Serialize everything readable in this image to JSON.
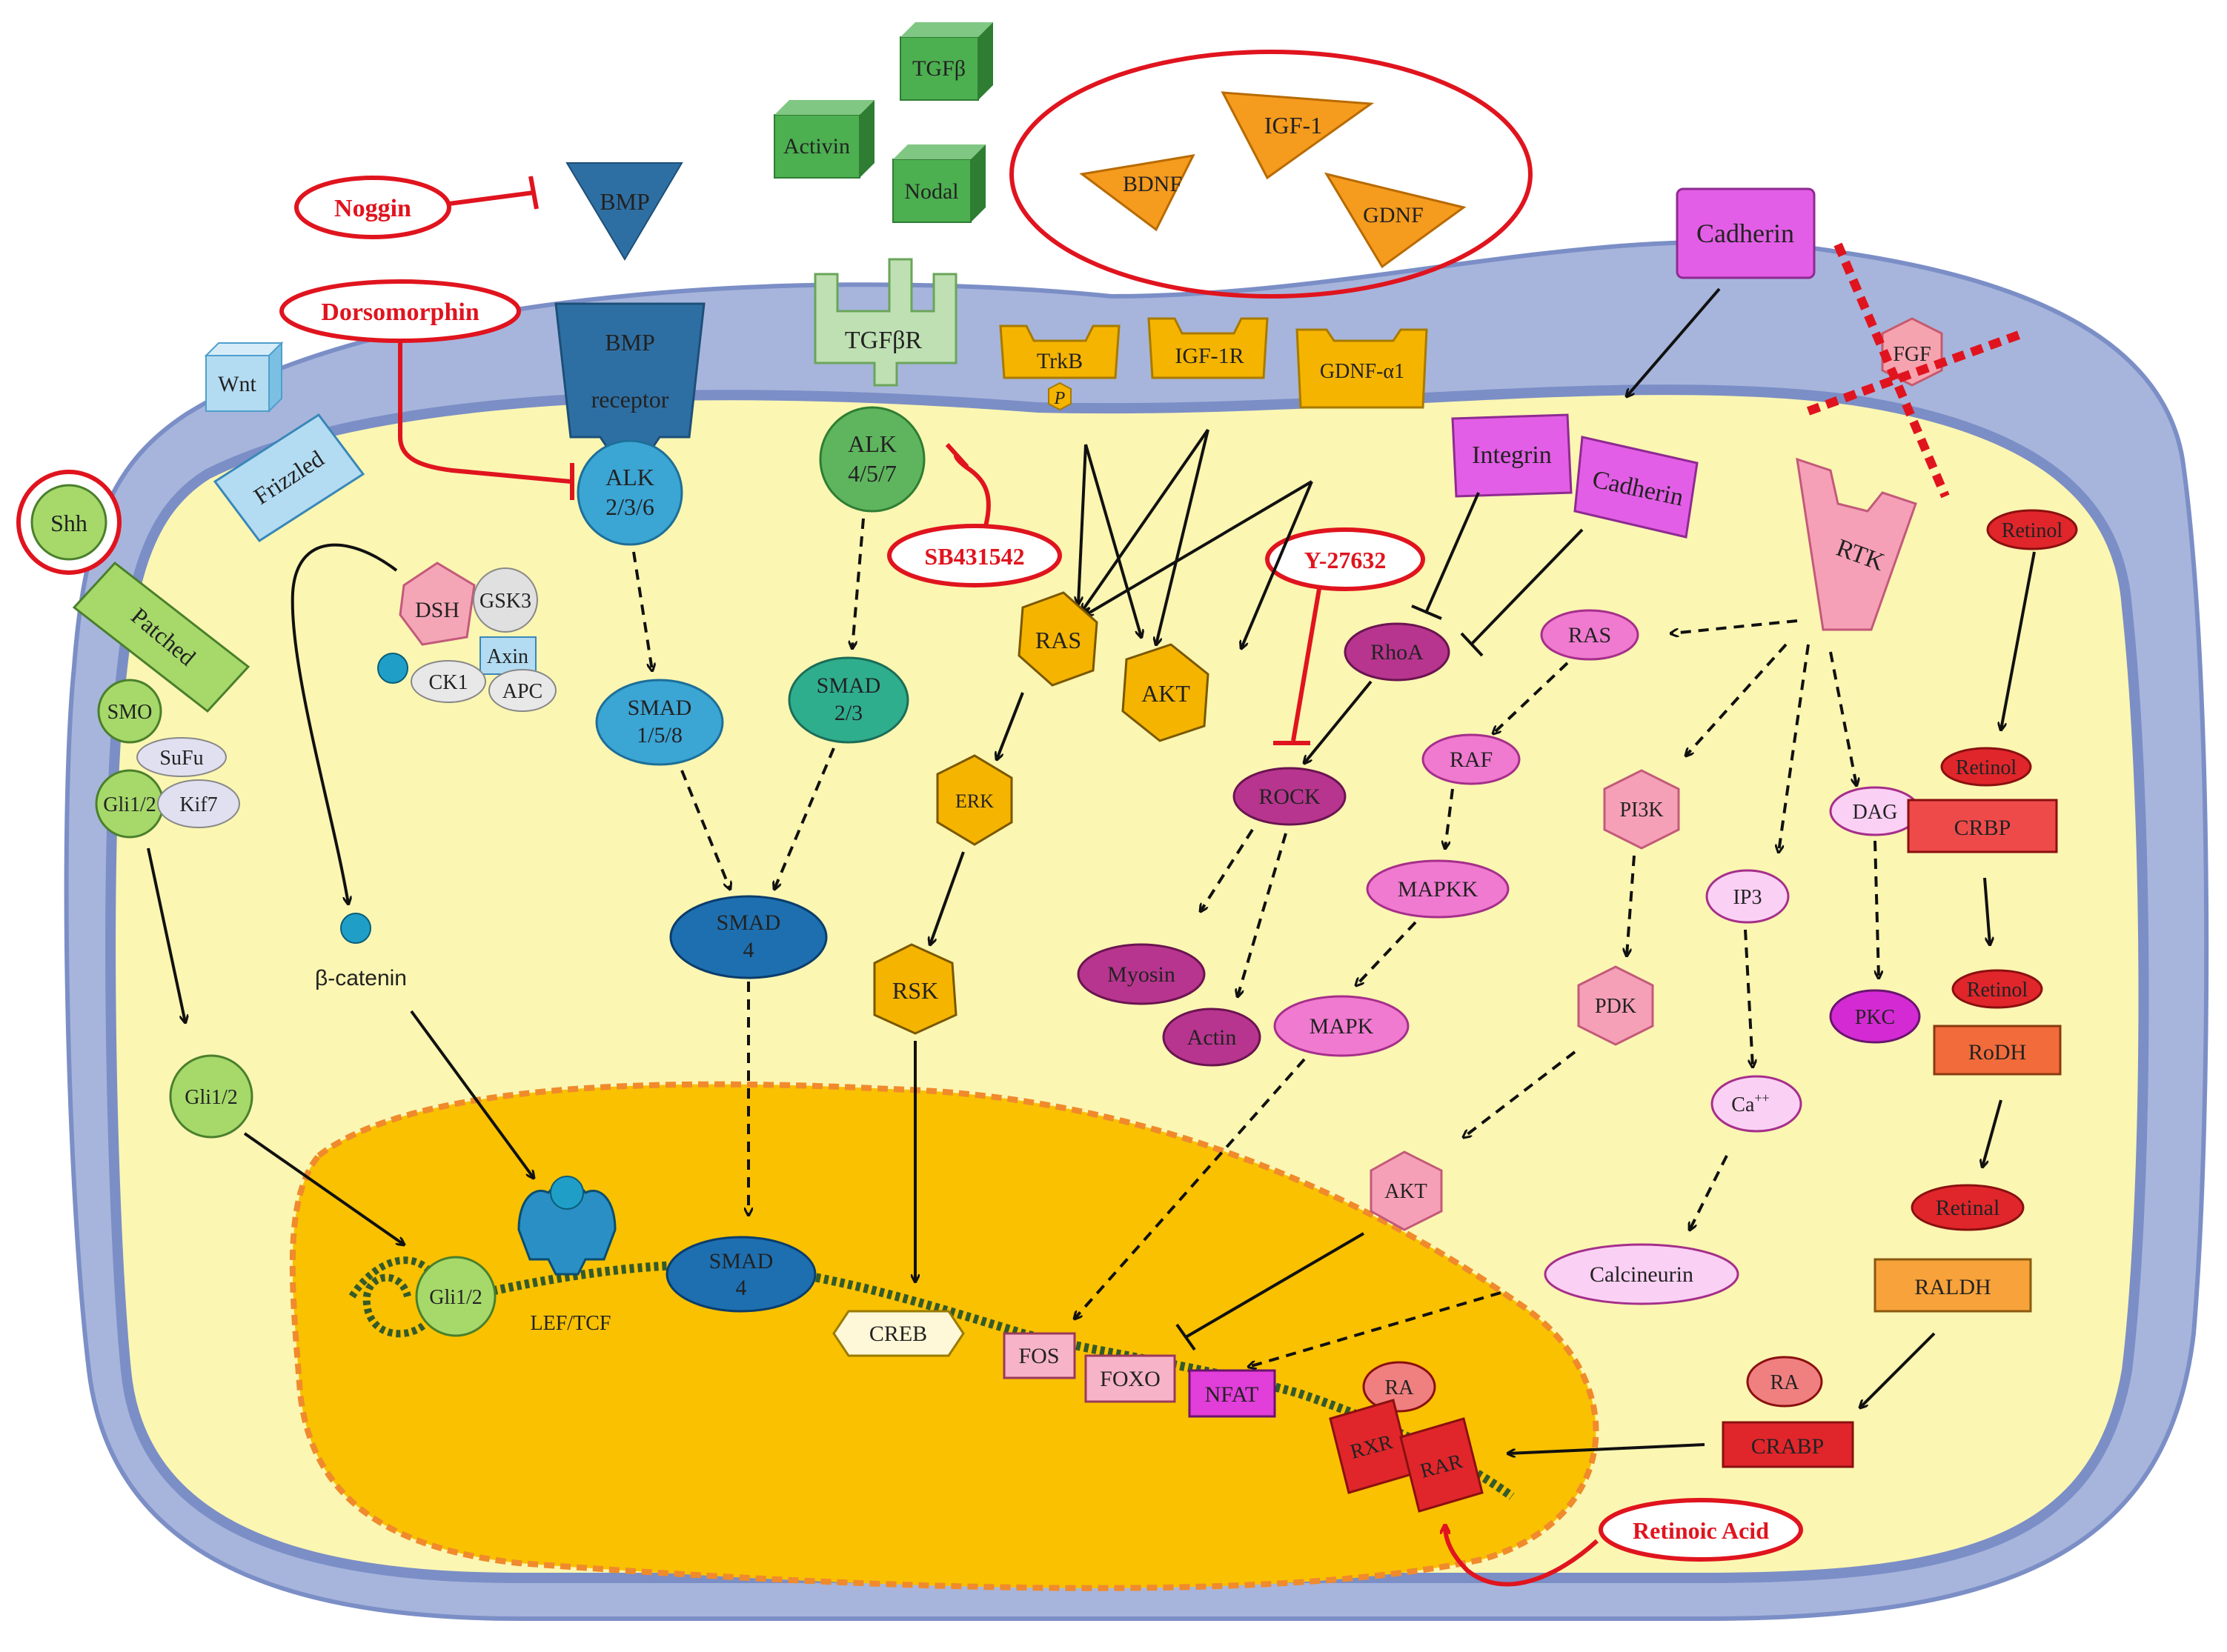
{
  "colors": {
    "red": "#e0141e",
    "membrane": "#a7b5dc",
    "cytoplasm": "#fbf6b2",
    "nucleus": "#f9c100",
    "nucleusBorder": "#f08a2c",
    "green": "#5fb05a",
    "yellowGreen": "#a6d96a",
    "blue": "#3ba5d4",
    "teal": "#2fae8e",
    "orange": "#f5a623",
    "magenta": "#e35ee6",
    "pink": "#f6a0b8",
    "plum": "#b7358e",
    "salmon": "#ef5a5a"
  },
  "ligands": {
    "tgfb": "TGFβ",
    "activin": "Activin",
    "nodal": "Nodal",
    "bmp": "BMP",
    "wnt": "Wnt",
    "shh": "Shh",
    "bdnf": "BDNF",
    "igf1": "IGF-1",
    "gdnf": "GDNF",
    "cadherin_ext": "Cadherin",
    "fgf": "FGF",
    "retinol_ext": "Retinol"
  },
  "inhibitors": {
    "noggin": "Noggin",
    "dorsomorphin": "Dorsomorphin",
    "sb": "SB431542",
    "y27632": "Y-27632",
    "retinoic_acid": "Retinoic Acid"
  },
  "receptors": {
    "bmp_receptor_1": "BMP",
    "bmp_receptor_2": "receptor",
    "tgfbr": "TGFβR",
    "trkb": "TrkB",
    "p": "P",
    "igf1r": "IGF-1R",
    "gdnfa1": "GDNF-α1",
    "integrin": "Integrin",
    "cadherin": "Cadherin",
    "rtk": "RTK",
    "frizzled": "Frizzled",
    "patched": "Patched"
  },
  "cytoplasm": {
    "alk236_1": "ALK",
    "alk236_2": "2/3/6",
    "alk457_1": "ALK",
    "alk457_2": "4/5/7",
    "smad158_1": "SMAD",
    "smad158_2": "1/5/8",
    "smad23_1": "SMAD",
    "smad23_2": "2/3",
    "smad4_1": "SMAD",
    "smad4_2": "4",
    "dsh": "DSH",
    "gsk3": "GSK3",
    "axin": "Axin",
    "ck1": "CK1",
    "apc": "APC",
    "smo": "SMO",
    "sufu": "SuFu",
    "gli12": "Gli1/2",
    "kif7": "Kif7",
    "gli12_b": "Gli1/2",
    "bcatenin": "β-catenin",
    "ras_hex": "RAS",
    "akt_hex": "AKT",
    "erk": "ERK",
    "rsk": "RSK",
    "rhoa": "RhoA",
    "rock": "ROCK",
    "myosin": "Myosin",
    "actin": "Actin",
    "ras_pink": "RAS",
    "raf": "RAF",
    "mapkk": "MAPKK",
    "mapk": "MAPK",
    "pi3k": "PI3K",
    "pdk": "PDK",
    "akt_pink": "AKT",
    "ip3": "IP3",
    "ca": "Ca",
    "ca_sup": "++",
    "calcineurin": "Calcineurin",
    "dag": "DAG",
    "pkc": "PKC",
    "retinol_1": "Retinol",
    "crbp": "CRBP",
    "retinol_2": "Retinol",
    "rodh": "RoDH",
    "retinal": "Retinal",
    "raldh": "RALDH",
    "ra_cyto": "RA",
    "crabp": "CRABP"
  },
  "nucleus": {
    "gli12": "Gli1/2",
    "leftcf": "LEF/TCF",
    "smad4_1": "SMAD",
    "smad4_2": "4",
    "creb": "CREB",
    "fos": "FOS",
    "foxo": "FOXO",
    "nfat": "NFAT",
    "rxr": "RXR",
    "rar": "RAR",
    "ra": "RA"
  }
}
